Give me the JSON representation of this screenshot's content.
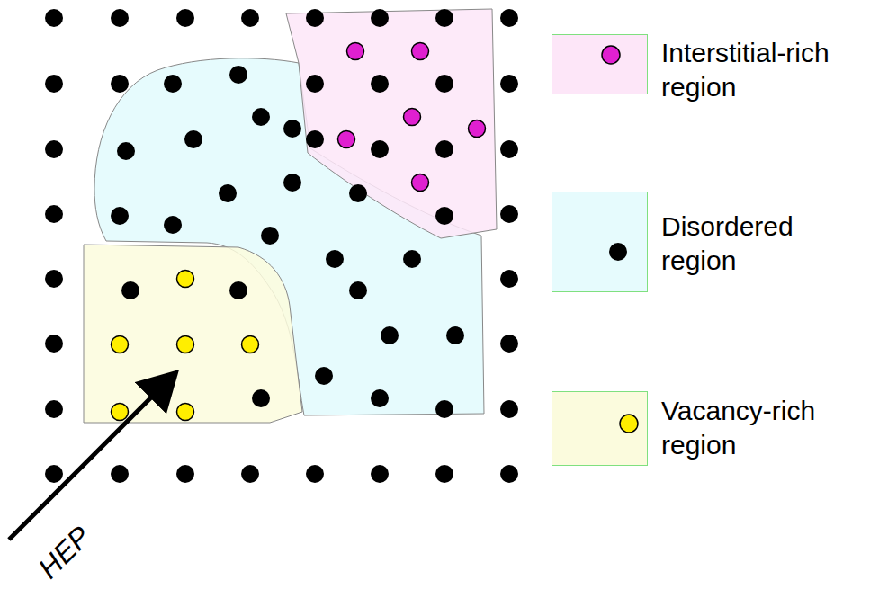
{
  "diagram": {
    "labels": [
      "HEP"
    ],
    "legend": [
      {
        "text": "Interstitial-rich region",
        "color": "#fde6f8"
      },
      {
        "text": "Disordered region",
        "color": "#e6fbfd"
      },
      {
        "text": "Vacancy-rich region",
        "color": "#fbfbdd"
      }
    ]
  }
}
